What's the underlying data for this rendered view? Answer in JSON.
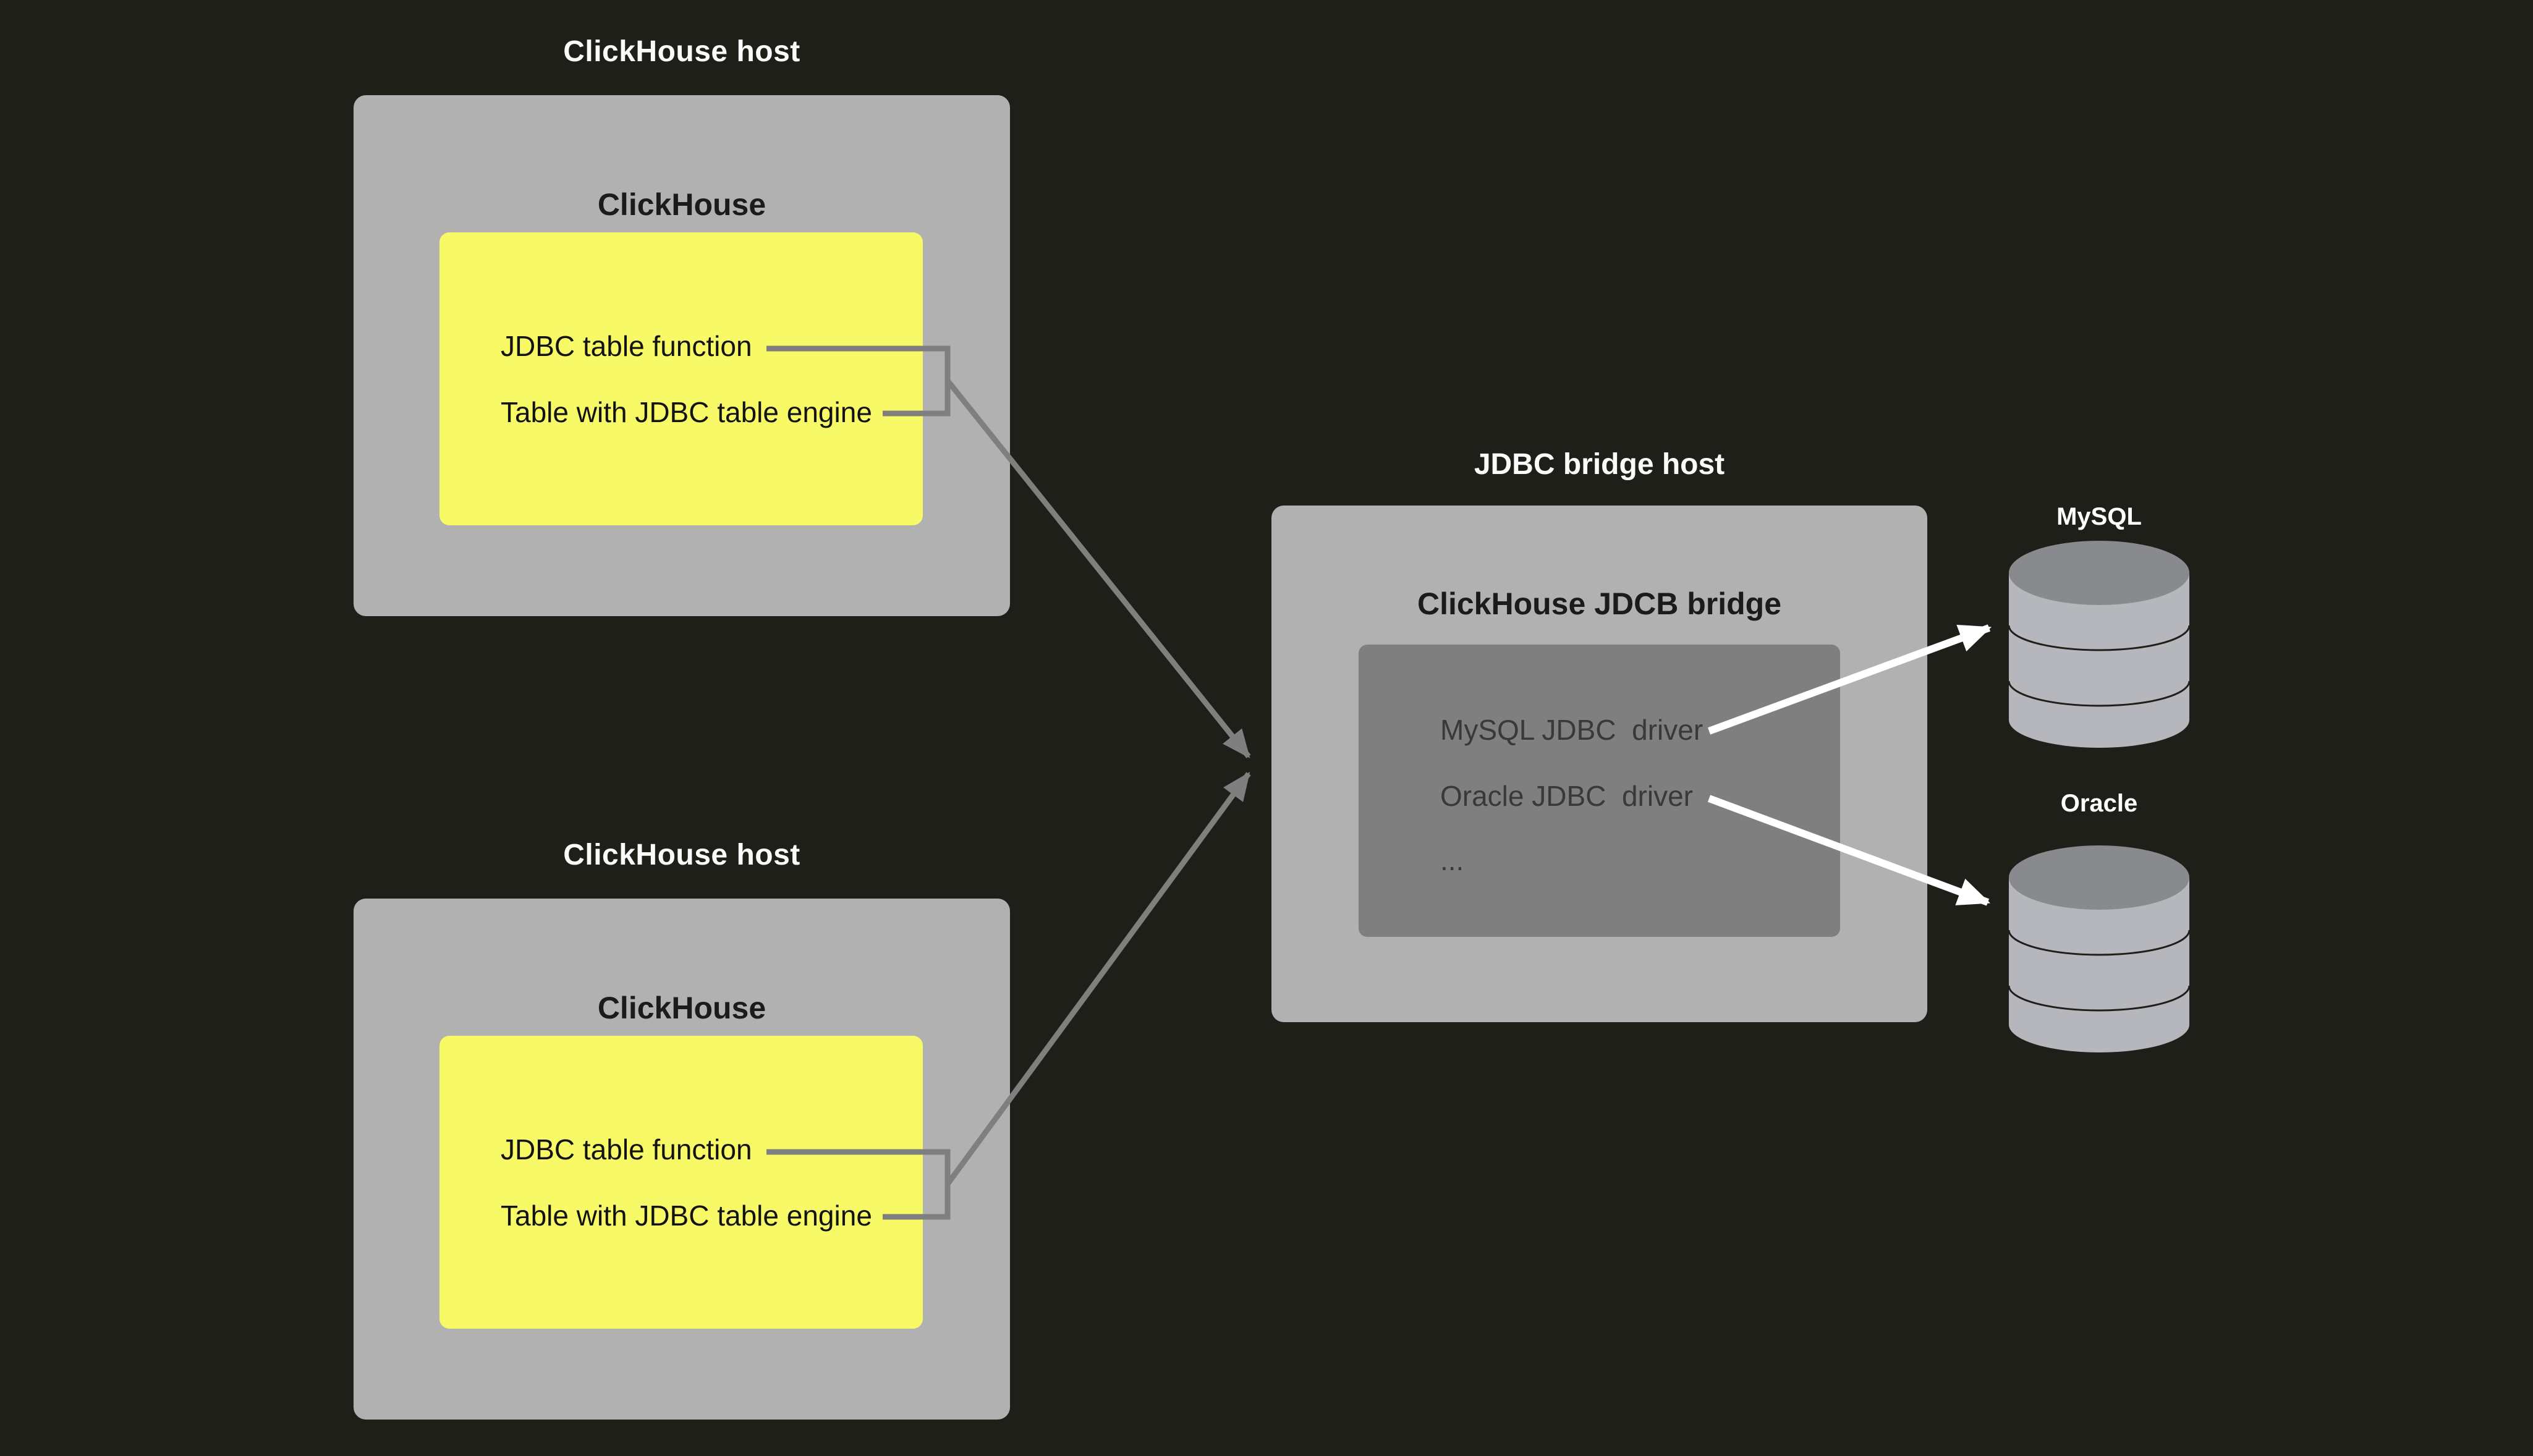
{
  "hosts": [
    {
      "label": "ClickHouse host",
      "title": "ClickHouse",
      "items": [
        "JDBC table function",
        "Table with JDBC table engine"
      ]
    },
    {
      "label": "ClickHouse host",
      "title": "ClickHouse",
      "items": [
        "JDBC table function",
        "Table with JDBC table engine"
      ]
    }
  ],
  "bridge": {
    "label": "JDBC bridge host",
    "title": "ClickHouse JDCB bridge",
    "drivers": [
      "MySQL JDBC  driver",
      "Oracle JDBC  driver"
    ],
    "more": "..."
  },
  "databases": [
    {
      "name": "MySQL"
    },
    {
      "name": "Oracle"
    }
  ],
  "colors": {
    "background": "#1f1f1a",
    "host_box": "#b1b1b2",
    "module_box": "#f8f966",
    "drivers_box": "#7f7f80",
    "cylinder_body": "#b5b7bc",
    "cylinder_top": "#898a8e",
    "connector": "#7f7f7f",
    "arrow": "#ffffff",
    "label_text": "#fafafa",
    "title_text": "#1b1b1b",
    "driver_text": "#393939"
  }
}
